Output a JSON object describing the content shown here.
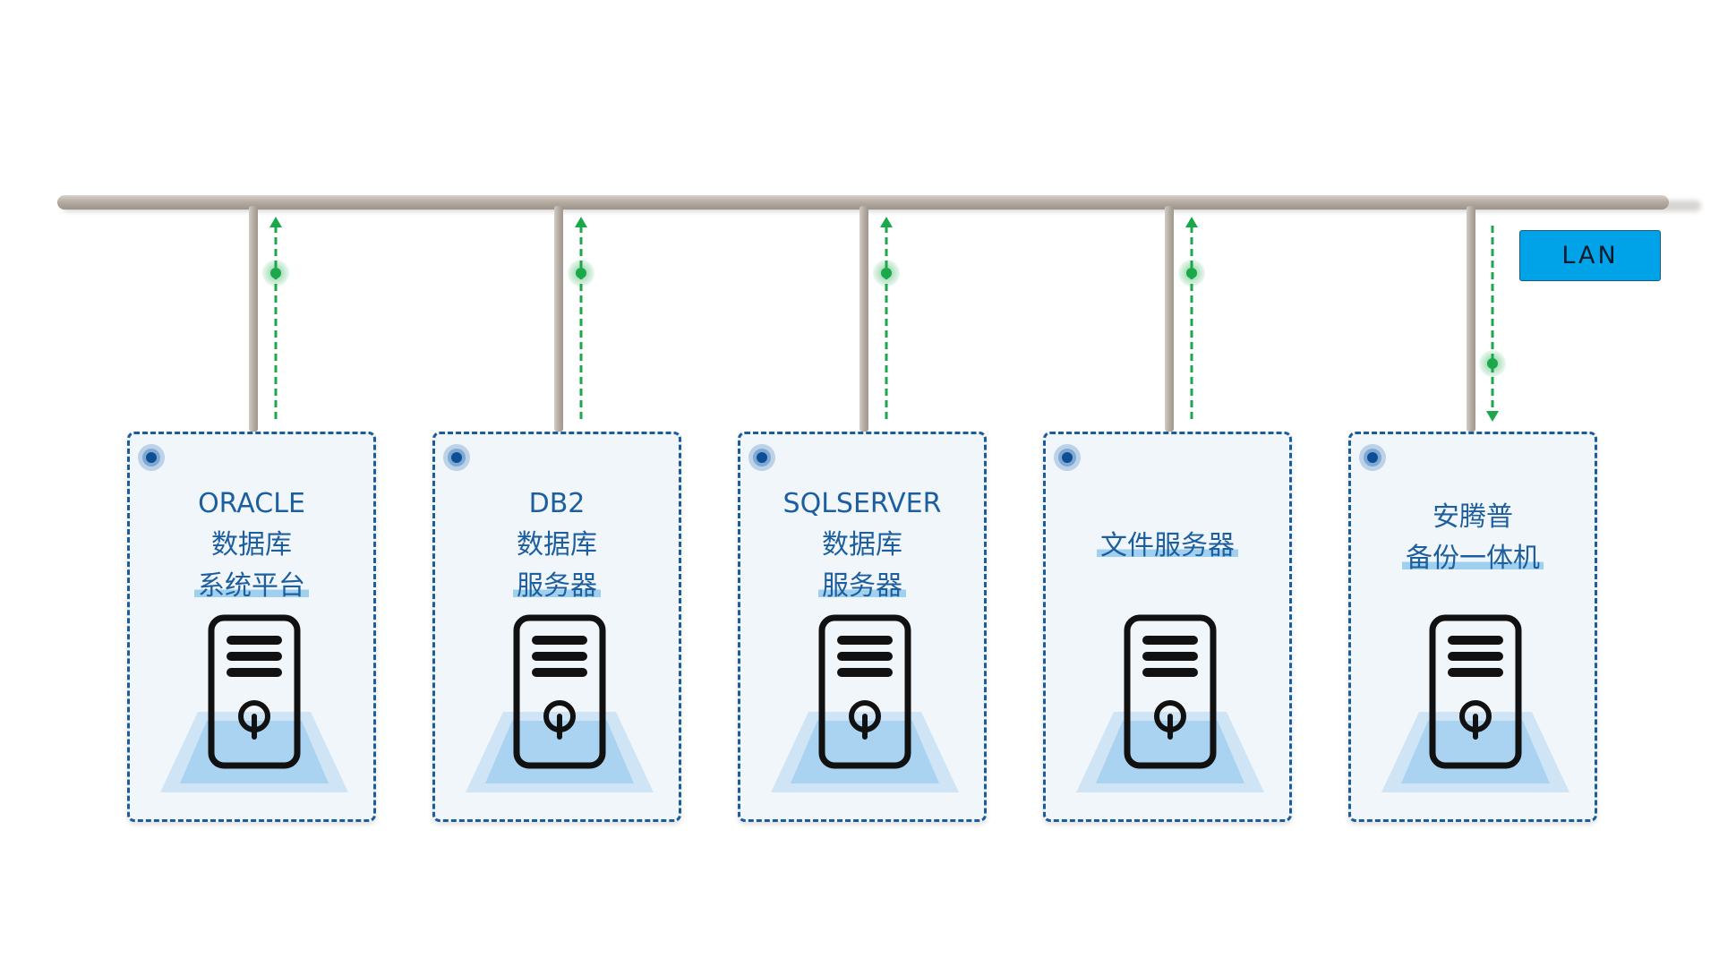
{
  "network": {
    "lan_label": "LAN"
  },
  "colors": {
    "card_border": "#1a5c9c",
    "card_fill": "#f1f6fb",
    "label_text": "#1d5f9e",
    "label_highlight": "#9fd0ef",
    "flow_arrow": "#1aa84a",
    "lan_badge": "#00a2e8",
    "bus": "#b7aea5"
  },
  "nodes": [
    {
      "id": "oracle",
      "lines": [
        "ORACLE",
        "数据库",
        "系统平台"
      ],
      "flow": "up"
    },
    {
      "id": "db2",
      "lines": [
        "DB2",
        "数据库",
        "服务器"
      ],
      "flow": "up"
    },
    {
      "id": "sqlserver",
      "lines": [
        "SQLSERVER",
        "数据库",
        "服务器"
      ],
      "flow": "up"
    },
    {
      "id": "fileserver",
      "lines": [
        "文件服务器"
      ],
      "flow": "up"
    },
    {
      "id": "backup",
      "lines": [
        "安腾普",
        "备份一体机"
      ],
      "flow": "down"
    }
  ]
}
